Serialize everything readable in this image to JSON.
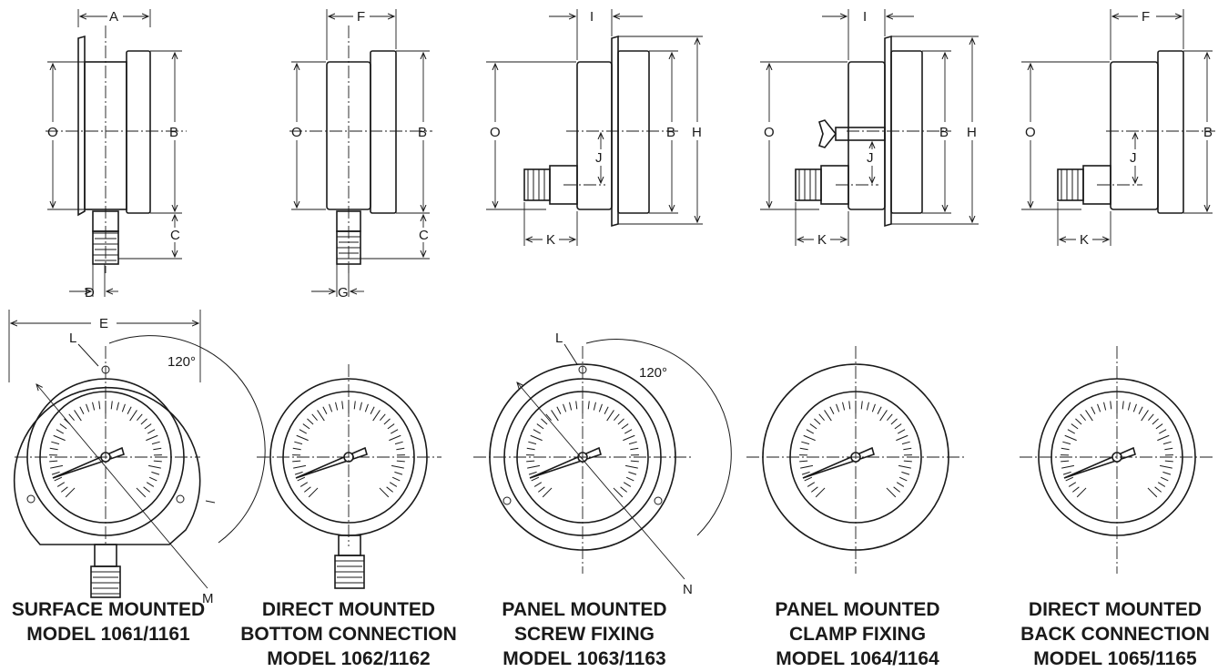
{
  "models": [
    {
      "caption": [
        "SURFACE MOUNTED",
        "MODEL 1061/1161"
      ]
    },
    {
      "caption": [
        "DIRECT MOUNTED",
        "BOTTOM CONNECTION",
        "MODEL 1062/1162"
      ]
    },
    {
      "caption": [
        "PANEL MOUNTED",
        "SCREW FIXING",
        "MODEL 1063/1163"
      ]
    },
    {
      "caption": [
        "PANEL MOUNTED",
        "CLAMP FIXING",
        "MODEL 1064/1164"
      ]
    },
    {
      "caption": [
        "DIRECT MOUNTED",
        "BACK CONNECTION",
        "MODEL 1065/1165"
      ]
    }
  ],
  "dimension_labels": {
    "A": "A",
    "B": "B",
    "C": "C",
    "D": "D",
    "E": "E",
    "F": "F",
    "G": "G",
    "H": "H",
    "I": "I",
    "J": "J",
    "K": "K",
    "L": "L",
    "M": "M",
    "N": "N",
    "O": "O"
  },
  "angle_label": "120°",
  "colors": {
    "ink": "#1a1a1a",
    "background": "#ffffff"
  }
}
